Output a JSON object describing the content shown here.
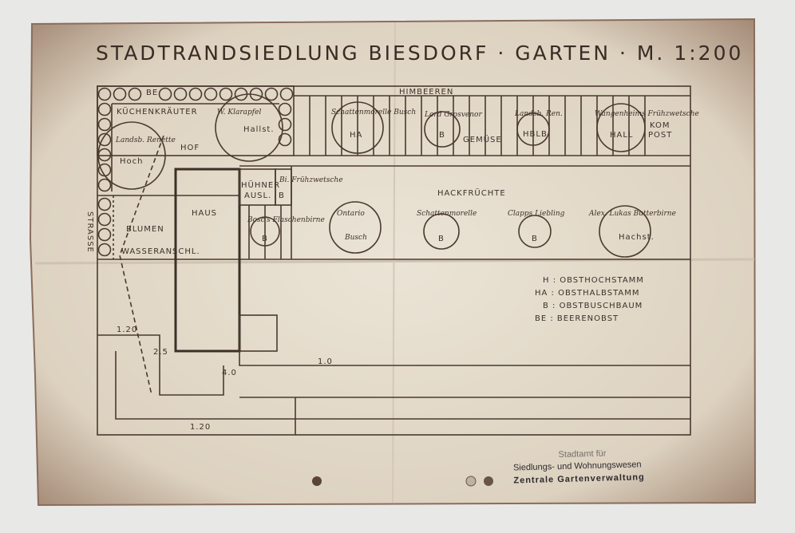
{
  "title": "STADTRANDSIEDLUNG BIESDORF · GARTEN · M. 1:200",
  "areas": {
    "be": "BE",
    "kuechenkraeuter": "KÜCHENKRÄUTER",
    "hof": "HOF",
    "haus": "HAUS",
    "huehner1": "HÜHNER",
    "huehner2": "AUSL.",
    "blumen": "BLUMEN",
    "wasser": "WASSERANSCHL.",
    "himbeeren": "HIMBEEREN",
    "gemuese": "GEMÜSE",
    "kompost1": "KOM",
    "kompost2": "POST",
    "hackfruechte": "HACKFRÜCHTE",
    "strasse": "STRASSE"
  },
  "trees": [
    {
      "name": "Landsb. Renette",
      "type": "Hoch"
    },
    {
      "name": "W. Klarapfel",
      "type": "Hallst."
    },
    {
      "name": "Schattenmorelle Busch",
      "type": "HA"
    },
    {
      "name": "Lord Grosvenor",
      "type": "B"
    },
    {
      "name": "Landsb. Ren.",
      "type": "HBLB"
    },
    {
      "name": "Wangenheims Frühzwetsche",
      "type": "HALL"
    },
    {
      "name": "Bi. Frühzwetsche",
      "type": "B"
    },
    {
      "name": "Bosc's Flaschenbirne",
      "type": "B"
    },
    {
      "name": "Ontario",
      "type": "Busch"
    },
    {
      "name": "Schattenmorelle",
      "type": "B"
    },
    {
      "name": "Clapps Liebling",
      "type": "B"
    },
    {
      "name": "Alex. Lukas Butterbirne",
      "type": "Hachst."
    }
  ],
  "dimensions": [
    "1.20",
    "2.5",
    "4.0",
    "1.0",
    "1.20"
  ],
  "legend": [
    "H : OBSTHOCHSTAMM",
    "HA : OBSTHALBSTAMM",
    "B : OBSTBUSCHBAUM",
    "BE : BEERENOBST"
  ],
  "stamp": {
    "line1": "Stadtamt für",
    "line2": "Siedlungs- und Wohnungswesen",
    "line3": "Zentrale Gartenverwaltung"
  },
  "colors": {
    "paper": "#e4dccd",
    "ink": "#3e2f27",
    "background": "#e8e8e6"
  }
}
